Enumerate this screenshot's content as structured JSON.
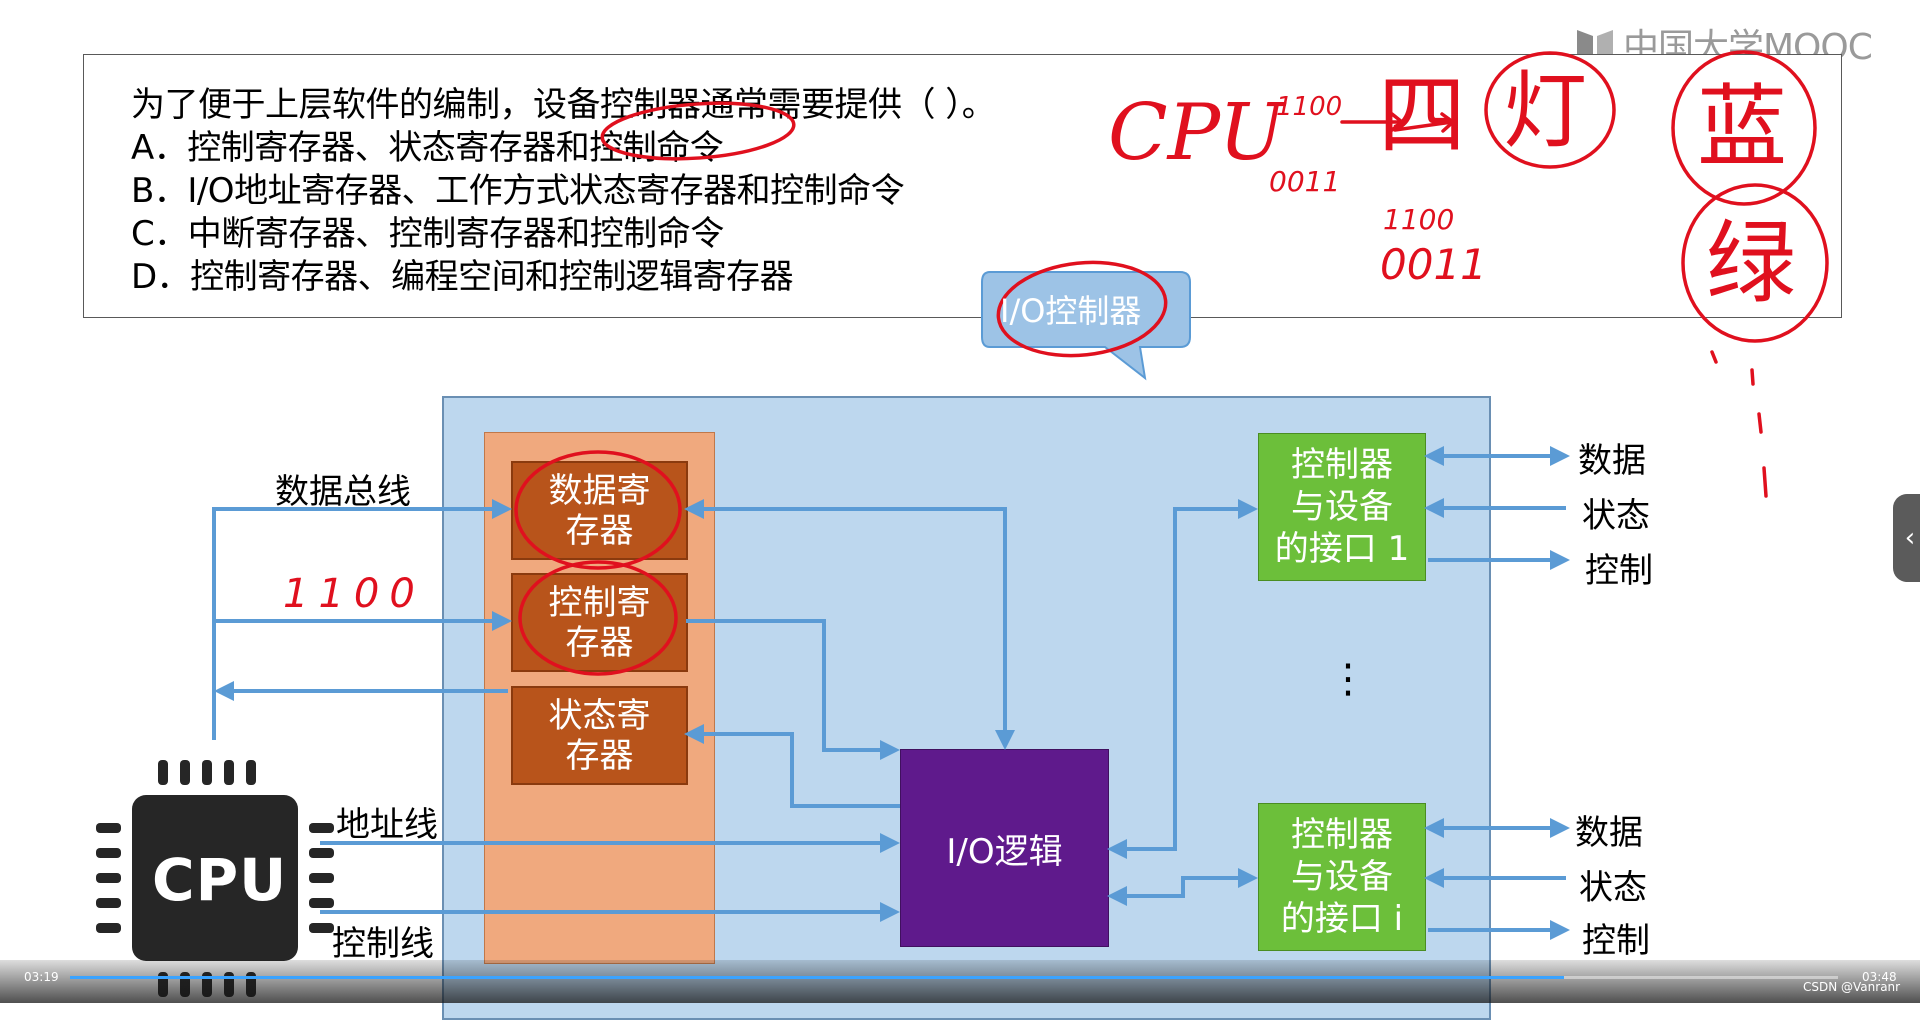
{
  "logo": {
    "text": "中国大学MOOC",
    "icon": "mooc-logo-icon"
  },
  "question": {
    "stem": "为了便于上层软件的编制，设备控制器通常需要提供（   ）。",
    "options": [
      "A．控制寄存器、状态寄存器和控制命令",
      "B．I/O地址寄存器、工作方式状态寄存器和控制命令",
      "C．中断寄存器、控制寄存器和控制命令",
      "D．控制寄存器、编程空间和控制逻辑寄存器"
    ]
  },
  "callout": {
    "label": "I/O控制器"
  },
  "diagram": {
    "registers": [
      {
        "line1": "数据寄",
        "line2": "存器"
      },
      {
        "line1": "控制寄",
        "line2": "存器"
      },
      {
        "line1": "状态寄",
        "line2": "存器"
      }
    ],
    "io_logic": "I/O逻辑",
    "interfaces": [
      {
        "line1": "控制器",
        "line2": "与设备",
        "line3": "的接口 1"
      },
      {
        "line1": "控制器",
        "line2": "与设备",
        "line3": "的接口 i"
      }
    ],
    "ellipsis": "⋮",
    "bus_labels": {
      "data_bus": "数据总线",
      "address_line": "地址线",
      "control_line": "控制线"
    },
    "device_signals_1": [
      "数据",
      "状态",
      "控制"
    ],
    "device_signals_2": [
      "数据",
      "状态",
      "控制"
    ],
    "cpu_label": "CPU"
  },
  "annotations": {
    "cpu": "CPU",
    "code_a": "1100",
    "code_b": "0011",
    "code_c": "1100",
    "code_d": "0011",
    "char_a": "四",
    "char_lamp": "灯",
    "char_blue": "蓝",
    "char_green": "绿",
    "bus_value": "1100"
  },
  "player": {
    "current_time": "03:19",
    "total_time": "03:48",
    "progress": 0.845,
    "watermark": "CSDN @Vanranr"
  },
  "colors": {
    "board": "#bdd7ee",
    "register": "#b8541b",
    "register_panel": "#f0a97e",
    "io_logic": "#5f1a8c",
    "interface": "#6cbf3a",
    "arrow": "#5b9bd5",
    "ink": "#e0101e",
    "progress": "#3aa3ff"
  }
}
